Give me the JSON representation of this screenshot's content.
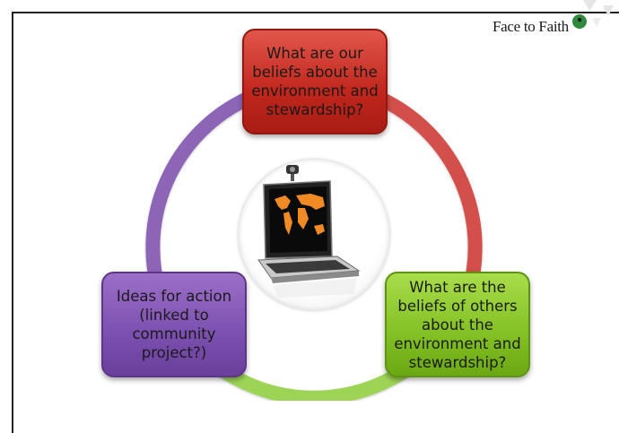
{
  "brand": {
    "logo_text": "Face to Faith",
    "logo_icon": "face-to-faith-logo-icon"
  },
  "diagram": {
    "type": "cycle",
    "center_icon": "laptop-world-map-icon",
    "nodes": [
      {
        "id": "top",
        "text": "What are our\nbeliefs about the\nenvironment and\nstewardship?",
        "color": "#c1261c"
      },
      {
        "id": "right",
        "text": "What are the\nbeliefs of others\nabout the\nenvironment and\nstewardship?",
        "color": "#82c023"
      },
      {
        "id": "left",
        "text": "Ideas for action\n(linked to\ncommunity\nproject?)",
        "color": "#7b4fae"
      }
    ]
  }
}
